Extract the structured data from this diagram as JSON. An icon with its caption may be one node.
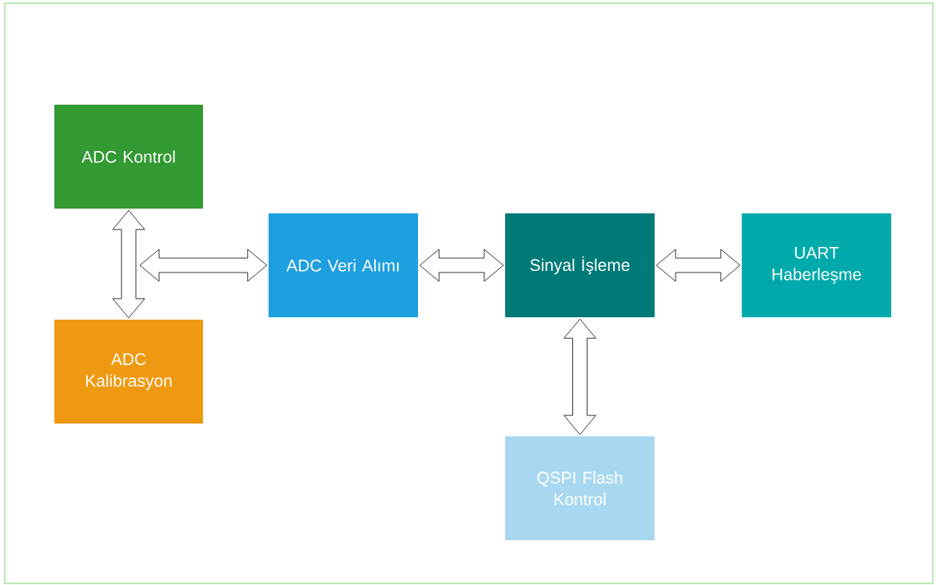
{
  "diagram": {
    "nodes": [
      {
        "text": [
          "ADC Kontrol"
        ]
      },
      {
        "text": [
          "ADC Kalibrasyon"
        ]
      },
      {
        "text": [
          "ADC Veri Alımı"
        ]
      },
      {
        "text": [
          "Sinyal İşleme"
        ]
      },
      {
        "text": [
          "UART Haberleşme"
        ]
      },
      {
        "text": [
          "QSPI Flash Kontrol"
        ]
      }
    ],
    "edges": [
      {
        "from": 0,
        "to": 1,
        "arrow": "both"
      },
      {
        "from": null,
        "to": 2,
        "arrow": "both"
      },
      {
        "from": 2,
        "to": 3,
        "arrow": "both"
      },
      {
        "from": 3,
        "to": 4,
        "arrow": "both"
      },
      {
        "from": 3,
        "to": 5,
        "arrow": "both"
      }
    ]
  }
}
